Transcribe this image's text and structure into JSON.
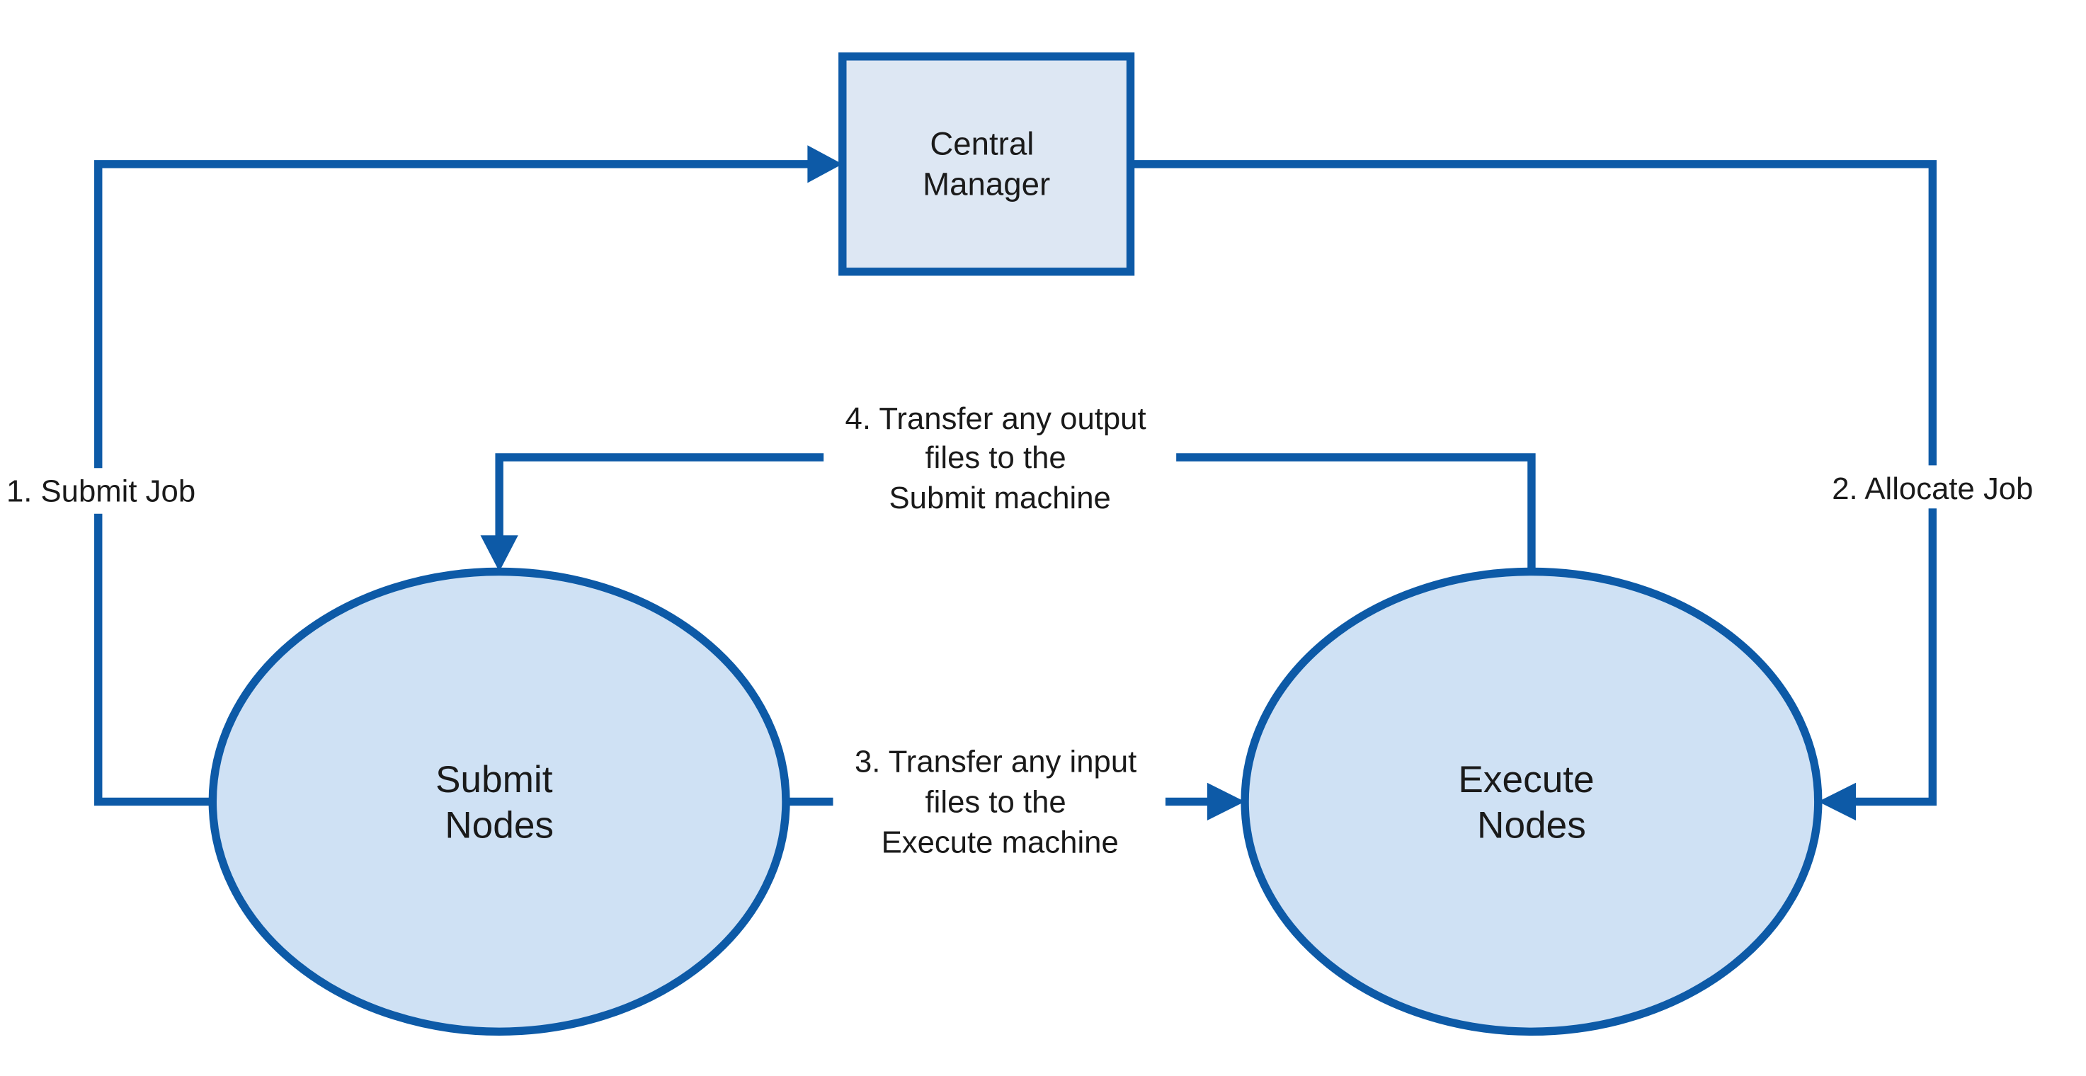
{
  "nodes": {
    "central_manager": {
      "lines": [
        "Central",
        "Manager"
      ]
    },
    "submit_nodes": {
      "lines": [
        "Submit",
        "Nodes"
      ]
    },
    "execute_nodes": {
      "lines": [
        "Execute",
        "Nodes"
      ]
    }
  },
  "edges": {
    "submit_job": {
      "label": "1. Submit Job"
    },
    "allocate_job": {
      "label": "2. Allocate Job"
    },
    "transfer_input": {
      "lines": [
        "3. Transfer any input",
        "files to the",
        "Execute machine"
      ]
    },
    "transfer_output": {
      "lines": [
        "4. Transfer any output",
        "files to the",
        "Submit machine"
      ]
    }
  },
  "colors": {
    "stroke": "#0d5aa7",
    "box_fill": "#dde7f3",
    "ellipse_fill": "#cfe1f4"
  }
}
